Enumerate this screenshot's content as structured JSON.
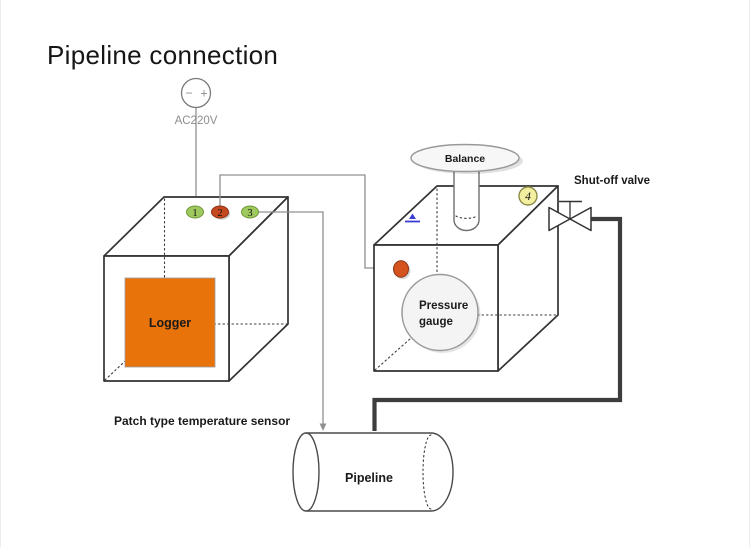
{
  "title": "Pipeline connection",
  "power_supply": {
    "label": "AC220V",
    "minus": "−",
    "plus": "+"
  },
  "logger": {
    "label": "Logger",
    "port1": "1",
    "port2": "2",
    "port3": "3"
  },
  "balance": {
    "label": "Balance"
  },
  "tank": {
    "marker": "4",
    "gauge_line1": "Pressure",
    "gauge_line2": "gauge"
  },
  "valve": {
    "label": "Shut-off valve"
  },
  "temperature_sensor": {
    "label": "Patch type temperature sensor"
  },
  "pipeline": {
    "label": "Pipeline"
  },
  "colors": {
    "logger_panel": "#E8730B",
    "port_green": "#9DC95E",
    "port_red": "#C4491F",
    "sensor_dot": "#D4531F",
    "marker_yellow": "#F3EFA0",
    "wire_gray": "#909090",
    "pipe_dark": "#3D3D3D",
    "annotation_blue": "#3B3BD6"
  }
}
